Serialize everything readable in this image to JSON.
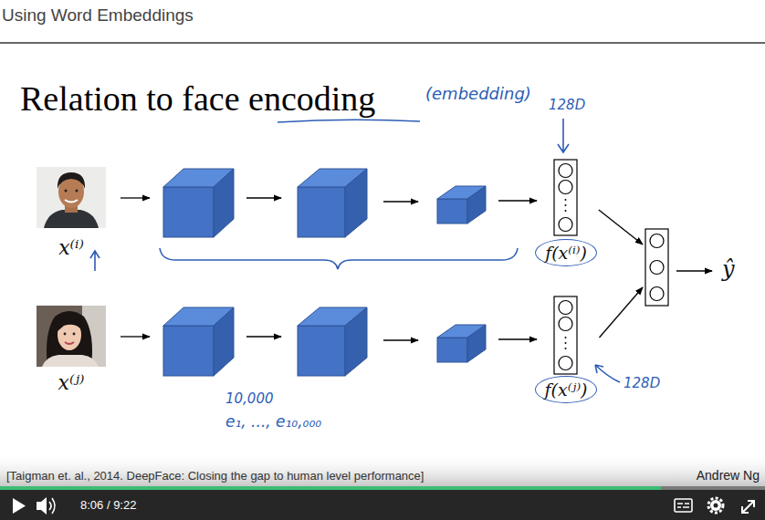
{
  "diagram": {
    "title": "Relation to face encoding",
    "nodes": [
      {
        "text": [
          "x⁽ⁱ⁾"
        ]
      },
      {
        "text": [
          "f(x⁽ⁱ⁾)"
        ]
      },
      {
        "text": [
          "x⁽ʲ⁾"
        ]
      },
      {
        "text": [
          "f(x⁽ʲ⁾)"
        ]
      },
      {
        "text": [
          "ŷ"
        ]
      }
    ],
    "edges": [
      {
        "from": 1,
        "to": 4,
        "arrow": "to"
      },
      {
        "from": 3,
        "to": 4,
        "arrow": "to"
      }
    ],
    "labels": [
      "Using Word Embeddings",
      "(embedding)",
      "128D",
      "128D",
      "10,000",
      "e₁, ..., e₁₀,₀₀₀",
      "[Taigman et. al., 2014. DeepFace: Closing the gap to human level performance]",
      "Andrew Ng",
      "8:06 / 9:22"
    ]
  }
}
